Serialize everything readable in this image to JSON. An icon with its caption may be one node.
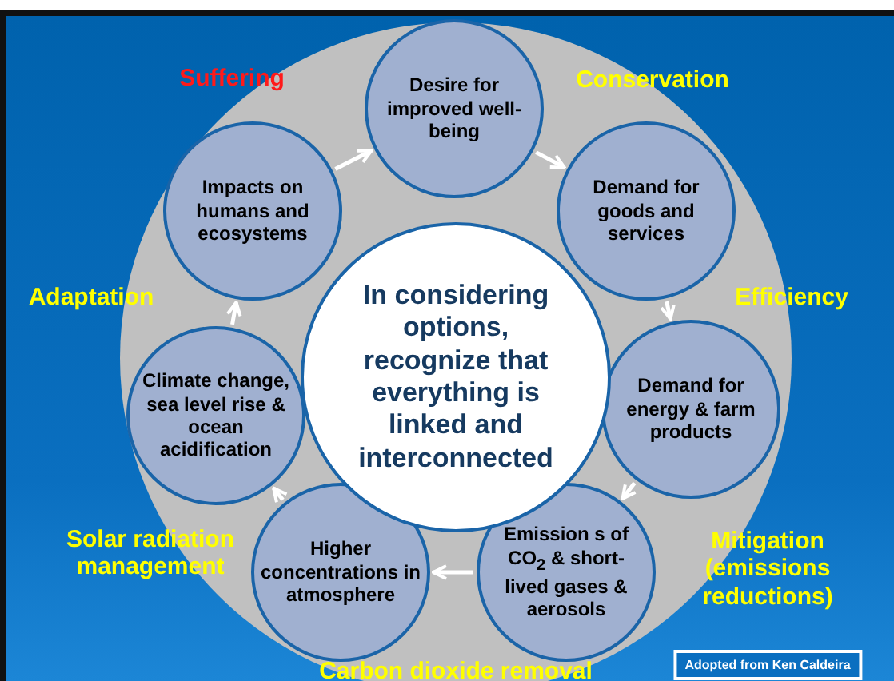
{
  "diagram": {
    "nodes": [
      {
        "text": [
          "Desire for improved well-being"
        ]
      },
      {
        "text": [
          "Demand for goods and services"
        ]
      },
      {
        "text": [
          "Demand for energy & farm products"
        ]
      },
      {
        "text": [
          "Emission s of CO$_{2}$ & short-lived gases & aerosols"
        ]
      },
      {
        "text": [
          "Higher concentrations in atmosphere"
        ]
      },
      {
        "text": [
          "Climate change, sea level rise & ocean acidification"
        ]
      },
      {
        "text": [
          "Impacts on humans and ecosystems"
        ]
      },
      {
        "text": [
          "In considering options, recognize that everything is linked and interconnected"
        ]
      }
    ],
    "edges": [
      {
        "from": 0,
        "to": 1,
        "arrow": "to"
      },
      {
        "from": 1,
        "to": 2,
        "arrow": "to"
      },
      {
        "from": 2,
        "to": 3,
        "arrow": "to"
      },
      {
        "from": 3,
        "to": 4,
        "arrow": "to"
      },
      {
        "from": 4,
        "to": 5,
        "arrow": "to"
      },
      {
        "from": 5,
        "to": 6,
        "arrow": "to"
      },
      {
        "from": 6,
        "to": 0,
        "arrow": "to"
      }
    ],
    "labels": [
      "Suffering",
      "Conservation",
      "Adaptation",
      "Efficiency",
      "Solar radiation management",
      "Mitigation (emissions reductions)",
      "Carbon dioxide removal",
      "Adopted from Ken Caldeira"
    ]
  }
}
